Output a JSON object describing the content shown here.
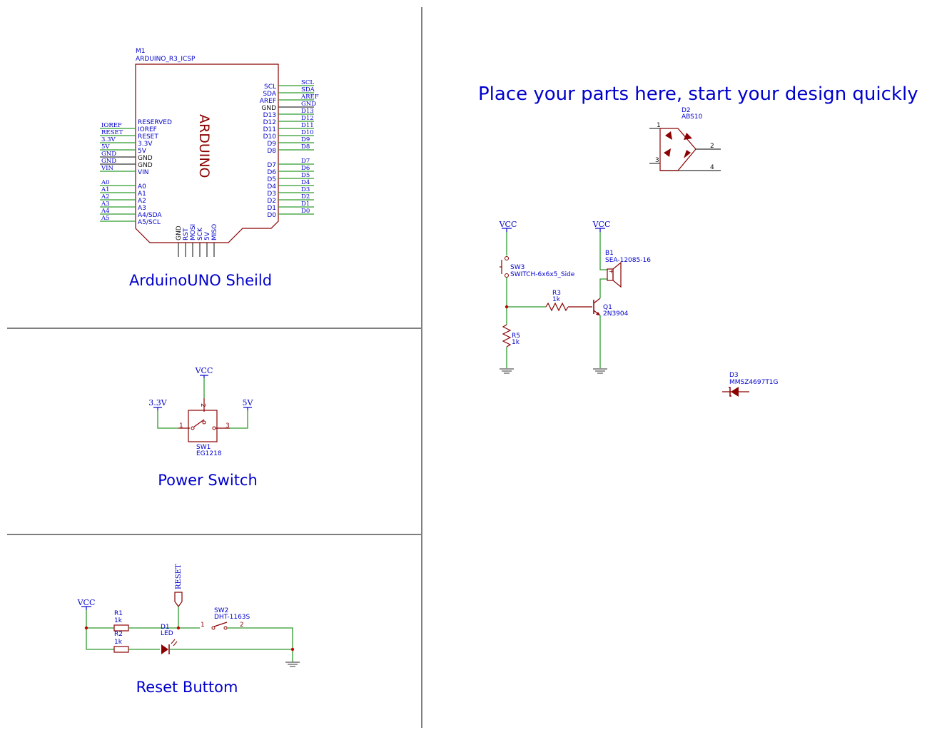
{
  "sections": {
    "arduino_title": "ArduinoUNO Sheild",
    "power_title": "Power Switch",
    "reset_title": "Reset Buttom",
    "place_text": "Place your parts here, start your design quickly"
  },
  "arduino": {
    "designator": "M1",
    "part": "ARDUINO_R3_ICSP",
    "body_text": "ARDUINO",
    "left_nets": [
      "IOREF",
      "RESET",
      "3.3V",
      "5V",
      "GND",
      "GND",
      "VIN",
      "A0",
      "A1",
      "A2",
      "A3",
      "A4",
      "A5"
    ],
    "left_pins": [
      "RESERVED",
      "IOREF",
      "RESET",
      "3.3V",
      "5V",
      "GND",
      "GND",
      "VIN",
      "A0",
      "A1",
      "A2",
      "A3",
      "A4/SDA",
      "A5/SCL"
    ],
    "right_pins": [
      "SCL",
      "SDA",
      "AREF",
      "GND",
      "D13",
      "D12",
      "D11",
      "D10",
      "D9",
      "D8",
      "D7",
      "D6",
      "D5",
      "D4",
      "D3",
      "D2",
      "D1",
      "D0"
    ],
    "right_nets": [
      "SCL",
      "SDA",
      "AREF",
      "GND",
      "D13",
      "D12",
      "D11",
      "D10",
      "D9",
      "D8",
      "D7",
      "D6",
      "D5",
      "D4",
      "D3",
      "D2",
      "D1",
      "D0"
    ],
    "bottom_pins": [
      "GND",
      "RST",
      "MOSI",
      "SCK",
      "5V",
      "MISO"
    ]
  },
  "power_switch": {
    "vcc": "VCC",
    "left_power": "3.3V",
    "right_power": "5V",
    "designator": "SW1",
    "part": "EG1218",
    "pin1": "1",
    "pin2": "2",
    "pin3": "3"
  },
  "reset": {
    "vcc": "VCC",
    "net": "RESET",
    "r1": "R1",
    "r1_val": "1k",
    "r2": "R2",
    "r2_val": "1k",
    "d1": "D1",
    "d1_val": "LED",
    "sw2": "SW2",
    "sw2_val": "DHT-1163S",
    "pin1": "1",
    "pin2": "2"
  },
  "bridge": {
    "designator": "D2",
    "part": "ABS10",
    "p1": "1",
    "p2": "2",
    "p3": "3",
    "p4": "4"
  },
  "buzzer_circuit": {
    "vcc1": "VCC",
    "vcc2": "VCC",
    "sw3": "SW3",
    "sw3_val": "SWITCH-6x6x5_Side",
    "r3": "R3",
    "r3_val": "1k",
    "r5": "R5",
    "r5_val": "1k",
    "q1": "Q1",
    "q1_val": "2N3904",
    "b1": "B1",
    "b1_val": "SEA-12085-16",
    "plus": "+"
  },
  "zener": {
    "designator": "D3",
    "part": "MMSZ4697T1G"
  },
  "colors": {
    "wire": "#2e9a2e",
    "part": "#8b0000",
    "text": "#0000cc",
    "frame": "#555555",
    "junction": "#cc0000"
  }
}
